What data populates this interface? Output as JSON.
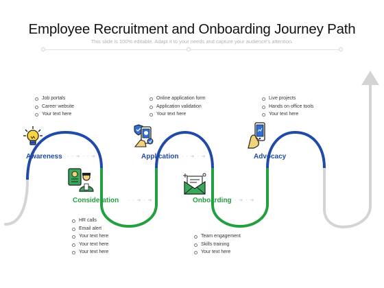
{
  "slide": {
    "title": "Employee Recruitment and Onboarding Journey Path",
    "subtitle": "This slide is 100% editable. Adapt it to your needs and capture your audience's attention."
  },
  "stages": [
    {
      "label": "Awareness",
      "color": "#1f4aa8",
      "icon": "lightbulb-icon",
      "points": [
        "Job portals",
        "Career website",
        "Your text here"
      ]
    },
    {
      "label": "Consideration",
      "color": "#22a040",
      "icon": "resume-candidate-icon",
      "points": [
        "HR calls",
        "Email alert",
        "Your text here",
        "Your text here",
        "Your text here"
      ]
    },
    {
      "label": "Application",
      "color": "#1f4aa8",
      "icon": "mobile-application-icon",
      "points": [
        "Online application form",
        "Application validation",
        "Your text here"
      ]
    },
    {
      "label": "Onboarding",
      "color": "#22a040",
      "icon": "welcome-envelope-icon",
      "points": [
        "Team engagement",
        "Skills training",
        "Your text here"
      ]
    },
    {
      "label": "Advocacy",
      "color": "#1f4aa8",
      "icon": "hand-phone-icon",
      "points": [
        "Live projects",
        "Hands on office tools",
        "Your text here"
      ]
    }
  ],
  "colors": {
    "blue": "#1f4aa8",
    "green": "#22a040",
    "gray": "#d4d4d4"
  }
}
